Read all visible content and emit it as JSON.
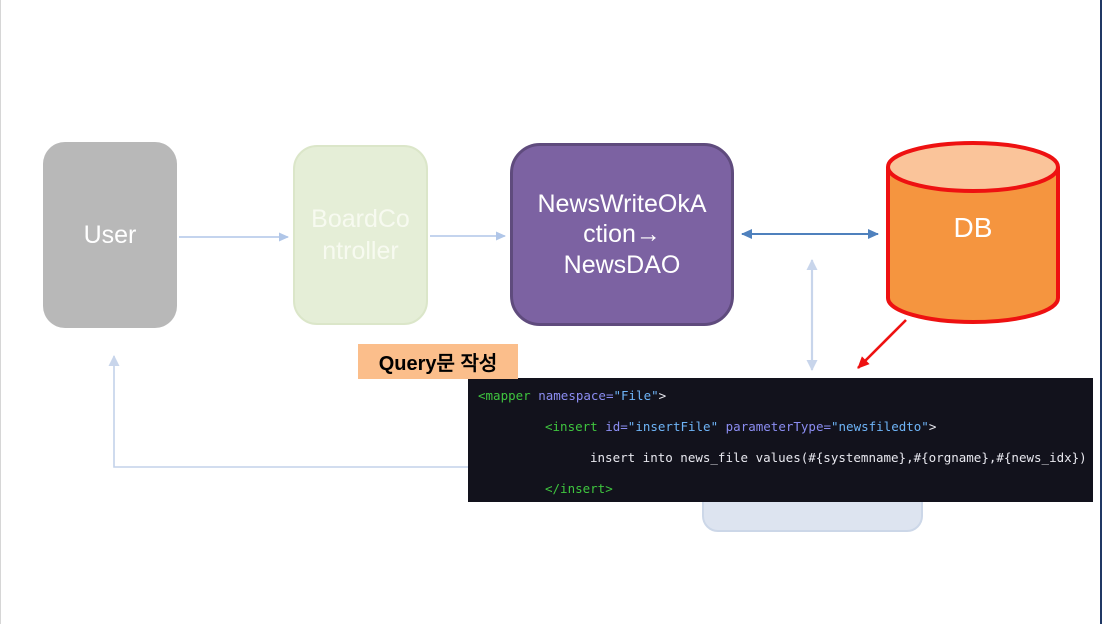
{
  "nodes": {
    "user": {
      "label": "User",
      "bg": "#b8b8b8"
    },
    "board_controller": {
      "lines": [
        "BoardCo",
        "ntroller"
      ],
      "bg": "#e5eed7"
    },
    "news_action_dao": {
      "lines": [
        "NewsWriteOkA",
        "ction→",
        "NewsDAO"
      ],
      "bg": "#7c62a2",
      "border": "#5f4b7d"
    },
    "db": {
      "label": "DB",
      "body": "#f5953f",
      "top": "#fac49a",
      "stroke": "#ee1111"
    }
  },
  "callout": {
    "label": "Query문 작성",
    "bg": "#fbbe8b"
  },
  "code": {
    "background": "#12121c",
    "token_colors": {
      "tag": "#3fc53f",
      "attr": "#8b8df2",
      "str": "#6eb4f7",
      "plain": "#e8e8ef"
    },
    "lines": [
      {
        "tokens": [
          {
            "t": "<mapper "
          },
          {
            "t": "namespace="
          },
          {
            "t": "\"File\""
          },
          {
            "t": ">"
          }
        ]
      },
      {
        "tokens": [
          {
            "t": "<insert "
          },
          {
            "t": "id="
          },
          {
            "t": "\"insertFile\""
          },
          {
            "t": " "
          },
          {
            "t": "parameterType="
          },
          {
            "t": "\"newsfiledto\""
          },
          {
            "t": ">"
          }
        ]
      },
      {
        "tokens": [
          {
            "t": "insert into news_file values(#{systemname},#{orgname},#{news_idx})"
          }
        ]
      },
      {
        "tokens": [
          {
            "t": "</insert>"
          }
        ]
      }
    ]
  },
  "arrows": {
    "light_blue": "#b0c6e8",
    "steel_blue": "#4f81bd",
    "pale_blue": "#c8d5eb",
    "red": "#ee1111"
  },
  "slide": {
    "right_border": "#203864"
  }
}
